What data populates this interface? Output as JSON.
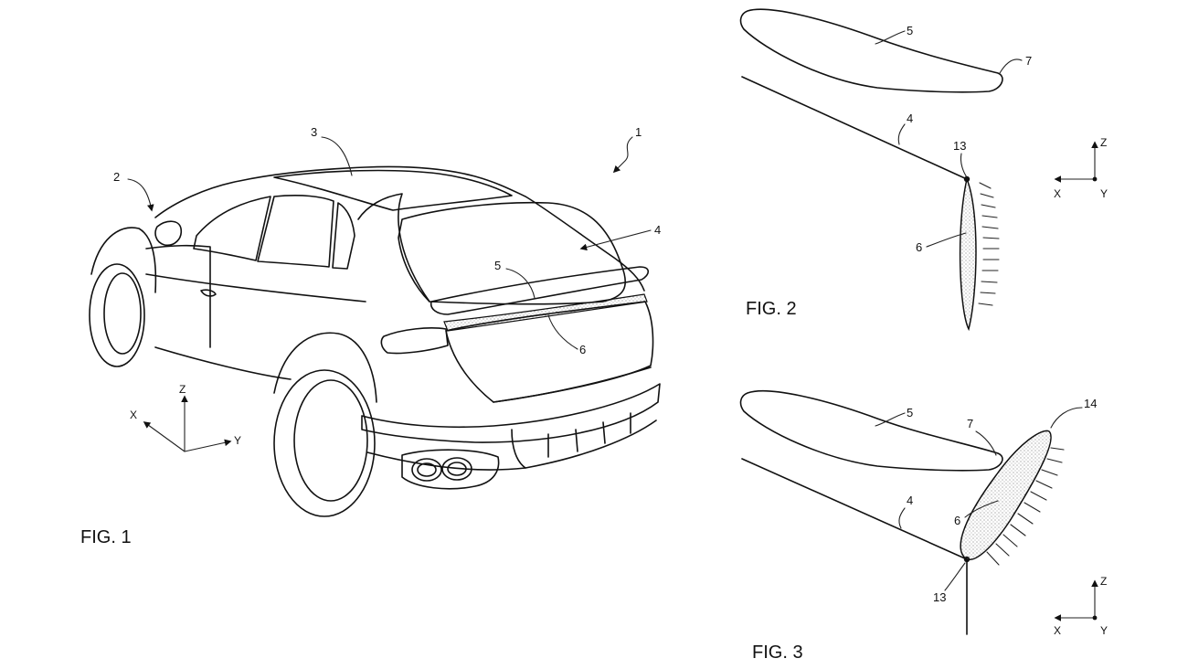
{
  "figures": {
    "fig1": {
      "caption": "FIG. 1"
    },
    "fig2": {
      "caption": "FIG. 2"
    },
    "fig3": {
      "caption": "FIG. 3"
    }
  },
  "references": {
    "fig1": [
      "1",
      "2",
      "3",
      "4",
      "5",
      "6"
    ],
    "fig2": [
      "5",
      "7",
      "4",
      "13",
      "6"
    ],
    "fig3": [
      "5",
      "7",
      "14",
      "4",
      "6",
      "13"
    ]
  },
  "axes": {
    "fig1": {
      "z": "Z",
      "x": "X",
      "y": "Y"
    },
    "fig2": {
      "z": "Z",
      "x": "X",
      "y": "Y"
    },
    "fig3": {
      "z": "Z",
      "x": "X",
      "y": "Y"
    }
  },
  "colors": {
    "line": "#111111",
    "background": "#ffffff",
    "stipple": "#555555"
  }
}
